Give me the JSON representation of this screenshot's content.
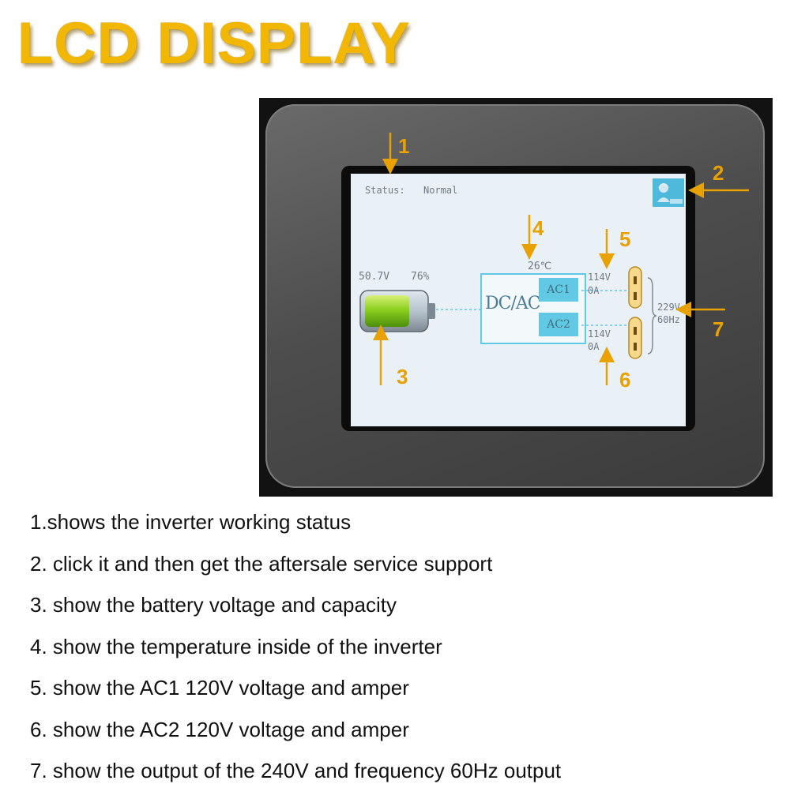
{
  "title": "LCD DISPLAY",
  "lcd": {
    "status_label": "Status:",
    "status_value": "Normal",
    "battery_voltage": "50.7V",
    "battery_capacity": "76%",
    "battery_level_pct": 76,
    "temperature": "26℃",
    "converter_label": "DC/AC",
    "ac1_label": "AC1",
    "ac2_label": "AC2",
    "ac1_voltage": "114V",
    "ac1_current": "0A",
    "ac2_voltage": "114V",
    "ac2_current": "0A",
    "output_voltage": "229V",
    "output_frequency": "60Hz",
    "support_icon": "customer-service-icon"
  },
  "callouts": [
    "1",
    "2",
    "3",
    "4",
    "5",
    "6",
    "7"
  ],
  "colors": {
    "title": "#f2b705",
    "callout": "#e7a100",
    "lcd_accent": "#62c9e4"
  },
  "descriptions": [
    "1.shows the inverter working status",
    "2. click it and then get the aftersale service support",
    "3. show the battery voltage and capacity",
    "4. show the temperature inside of the inverter",
    "5. show the AC1 120V voltage and amper",
    "6. show the AC2 120V voltage and amper",
    "7. show the output of the 240V and frequency 60Hz output"
  ]
}
